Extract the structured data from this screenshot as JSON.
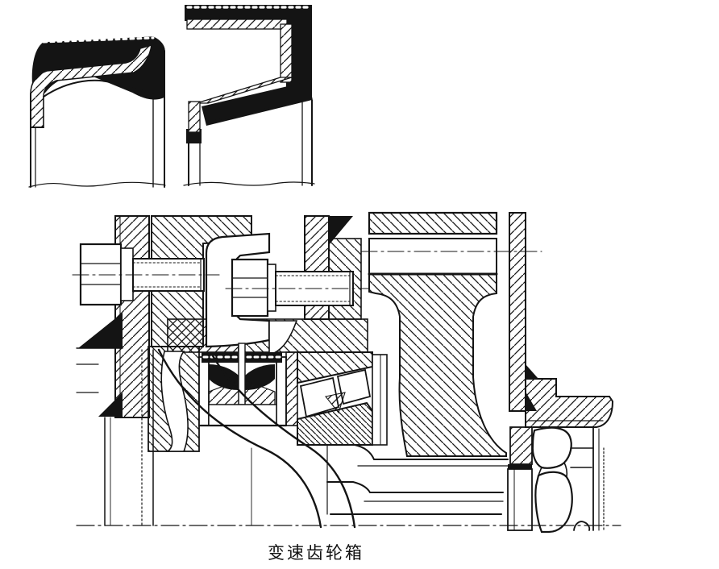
{
  "page": {
    "background": "#ffffff",
    "ink": "#141414"
  },
  "caption": {
    "text": "变速齿轮箱"
  },
  "figures": {
    "detail_small": "oil-seal-section-detail-small",
    "detail_large": "oil-seal-section-detail-large",
    "main": "gearbox-cross-section"
  }
}
